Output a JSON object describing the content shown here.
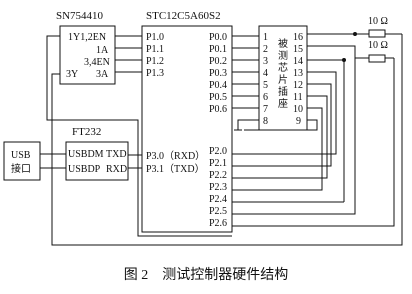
{
  "chips": {
    "sn754410": {
      "name": "SN754410",
      "pins": [
        "1Y1,2EN",
        "1A",
        "3,4EN",
        "3Y",
        "3A"
      ]
    },
    "mcu": {
      "name": "STC12C5A60S2",
      "left_pins": [
        "P1.0",
        "P1.1",
        "P1.2",
        "P1.3",
        "P3.0（RXD）",
        "P3.1（TXD）"
      ],
      "right_pins": [
        "P0.0",
        "P0.1",
        "P0.2",
        "P0.3",
        "P0.4",
        "P0.5",
        "P0.6",
        "P2.0",
        "P2.1",
        "P2.2",
        "P2.3",
        "P2.4",
        "P2.5",
        "P2.6"
      ]
    },
    "ft232": {
      "name": "FT232",
      "pins": [
        "USBDM",
        "TXD",
        "USBDP",
        "RXD"
      ]
    },
    "usb": {
      "label_line1": "USB",
      "label_line2": "接口"
    },
    "socket": {
      "label_chars": [
        "被",
        "测",
        "芯",
        "片",
        "插",
        "座"
      ],
      "left_nums": [
        "1",
        "2",
        "3",
        "4",
        "5",
        "6",
        "7",
        "8"
      ],
      "right_nums": [
        "16",
        "15",
        "14",
        "13",
        "12",
        "11",
        "10",
        "9"
      ]
    }
  },
  "resistors": [
    "10 Ω",
    "10 Ω"
  ],
  "caption": "图 2　测试控制器硬件结构"
}
